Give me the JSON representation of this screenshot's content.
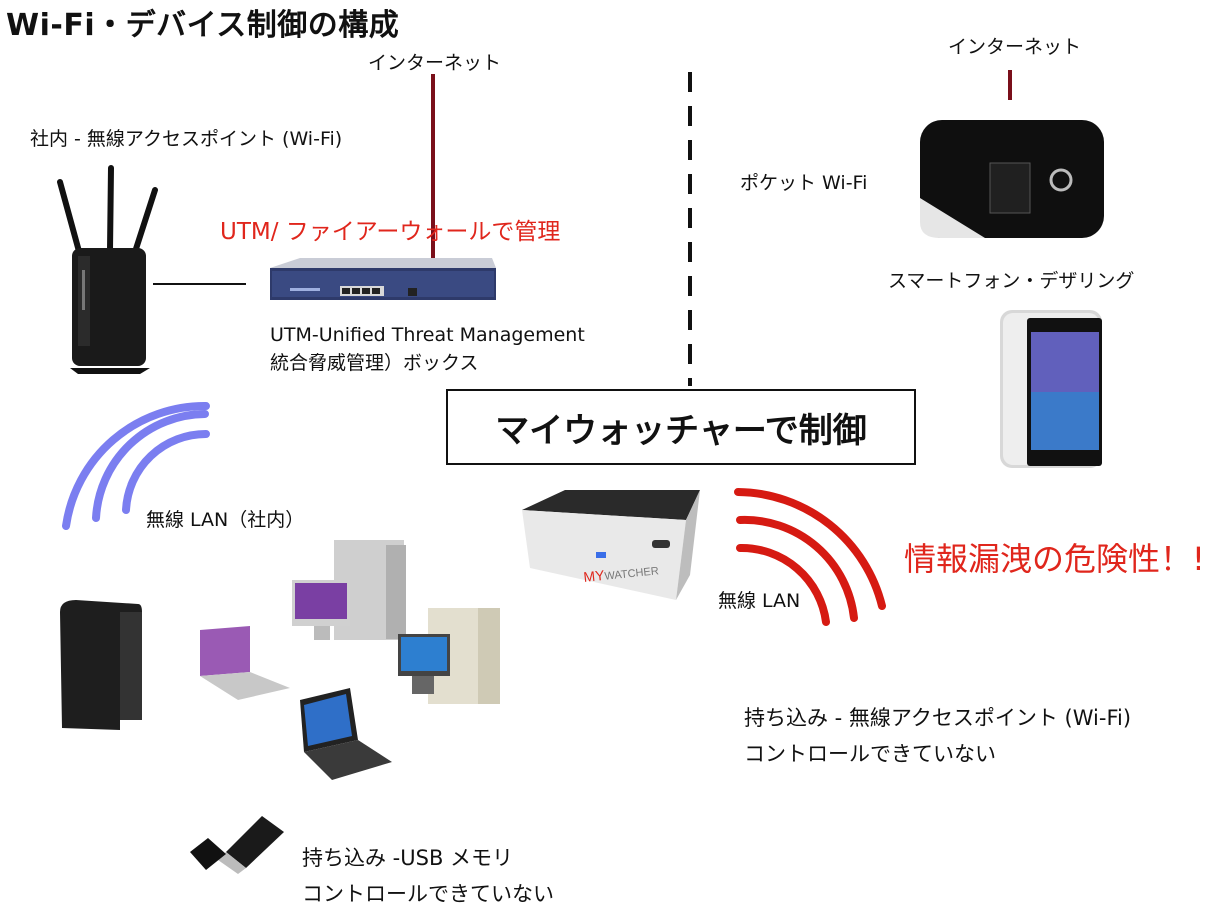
{
  "title": "Wi-Fi・デバイス制御の構成",
  "internet_left": "インターネット",
  "internet_right": "インターネット",
  "office_ap_label": "社内 - 無線アクセスポイント (Wi-Fi)",
  "utm_managed": "UTM/ ファイアーウォールで管理",
  "utm_box_line1": "UTM-Unified Threat Management",
  "utm_box_line2": "統合脅威管理）ボックス",
  "pocket_wifi": "ポケット Wi-Fi",
  "smartphone_tethering": "スマートフォン・デザリング",
  "control_box": "マイウォッチャーで制御",
  "wireless_lan_office": "無線 LAN（社内）",
  "wireless_lan": "無線 LAN",
  "info_leak": "情報漏洩の危険性！!",
  "byod_ap_line1": "持ち込み - 無線アクセスポイント (Wi-Fi)",
  "byod_ap_line2": "コントロールできていない",
  "usb_line1": "持ち込み -USB メモリ",
  "usb_line2": "コントロールできていない",
  "mywatcher_my": "MY",
  "mywatcher_watcher": "WATCHER",
  "colors": {
    "internet_line": "#7a0f1a",
    "wifi_office": "#7b7ef0",
    "wifi_danger": "#d61a12",
    "danger_text": "#e0261c"
  }
}
